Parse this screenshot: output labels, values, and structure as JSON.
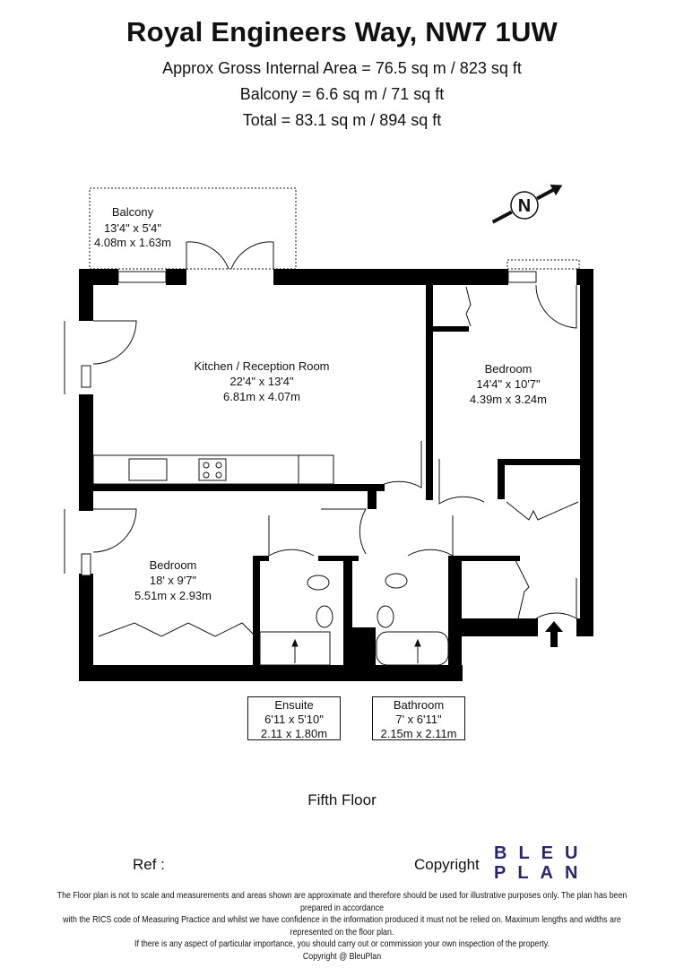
{
  "header": {
    "title": "Royal Engineers Way, NW7 1UW",
    "lines": [
      "Approx Gross Internal Area = 76.5 sq m / 823 sq ft",
      "Balcony = 6.6 sq m / 71 sq ft",
      "Total = 83.1 sq m / 894 sq ft"
    ]
  },
  "rooms": {
    "balcony": {
      "name": "Balcony",
      "imperial": "13'4\" x 5'4\"",
      "metric": "4.08m x 1.63m"
    },
    "kitchen": {
      "name": "Kitchen / Reception Room",
      "imperial": "22'4\" x 13'4\"",
      "metric": "6.81m x 4.07m"
    },
    "bedroom1": {
      "name": "Bedroom",
      "imperial": "14'4\" x 10'7\"",
      "metric": "4.39m x 3.24m"
    },
    "bedroom2": {
      "name": "Bedroom",
      "imperial": "18' x 9'7\"",
      "metric": "5.51m x 2.93m"
    },
    "ensuite": {
      "name": "Ensuite",
      "imperial": "6'11 x 5'10\"",
      "metric": "2.11 x 1.80m"
    },
    "bathroom": {
      "name": "Bathroom",
      "imperial": "7' x 6'11\"",
      "metric": "2.15m x 2.11m"
    }
  },
  "compass": {
    "label": "N",
    "icon": "north-compass-icon"
  },
  "floor_label": "Fifth Floor",
  "footer": {
    "ref": "Ref :",
    "copyright": "Copyright",
    "logo": [
      "BLEU",
      "PLAN"
    ],
    "logo_color": "#2a2670",
    "disclaimer": [
      "The Floor plan is not to scale and measurements and areas shown are approximate and therefore should be used for illustrative purposes only. The plan has been prepared in accordance",
      "with the RICS code of Measuring Practice and whilst we have confidence in the information produced it must not be relied on. Maximum lengths and widths are represented on the floor plan.",
      "If there is any aspect of particular importance, you should carry out or commission your own inspection of the property.",
      "Copyright @ BleuPlan"
    ]
  }
}
